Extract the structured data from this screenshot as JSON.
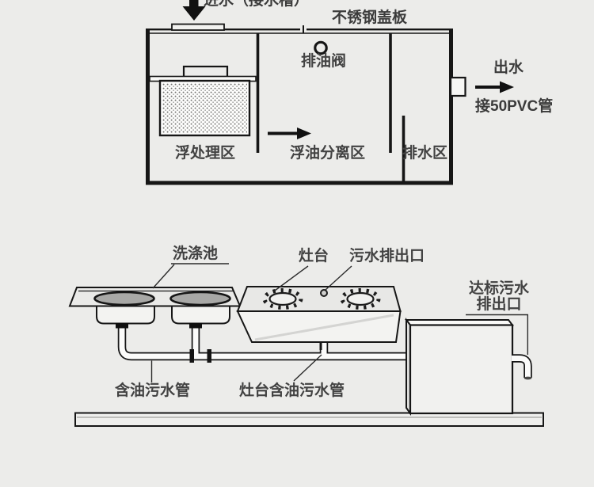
{
  "page": {
    "type": "grease-trap-product-diagram",
    "palette": {
      "background": "#ececea",
      "line": "#161616",
      "label_text": "#424242",
      "light_fill": "#f2f2f0",
      "basin_fill": "#a8a8a6",
      "box_side_fill": "#dededc"
    }
  },
  "top_diagram": {
    "inlet_label": "进水（接水槽）",
    "cover_label": "不锈钢盖板",
    "oil_valve_label": "排油阀",
    "zone_labels": {
      "treatment": "浮处理区",
      "separation": "浮油分离区",
      "drainage": "排水区"
    },
    "outlet_label": "出水",
    "outlet_pipe_label": "接50PVC管",
    "icons": {
      "inlet_arrow": "down-arrow-icon",
      "flow_arrow": "right-arrow-icon",
      "outlet_arrow": "right-arrow-icon",
      "oil_valve": "circle-valve-icon"
    }
  },
  "bottom_diagram": {
    "sink_label": "洗涤池",
    "stove_label": "灶台",
    "sewage_outlet_label": "污水排出口",
    "compliant_outlet_label_line1": "达标污水",
    "compliant_outlet_label_line2": "排出口",
    "oily_pipe_label": "含油污水管",
    "stove_oily_pipe_label": "灶台含油污水管",
    "icons": {
      "burners": "gas-burner-icon",
      "sewage_hole": "small-hole-icon"
    }
  }
}
